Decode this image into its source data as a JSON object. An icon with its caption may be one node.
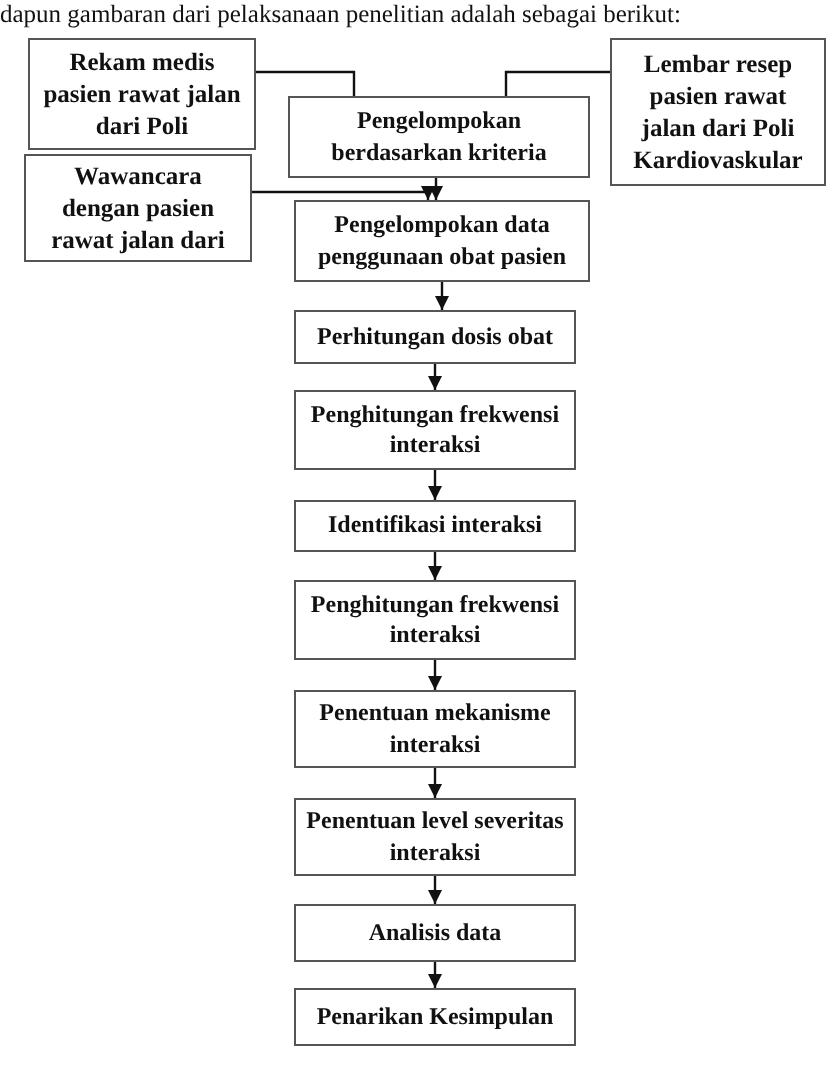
{
  "diagram": {
    "nodes": [
      {
        "text": [
          "Rekam medis pasien rawat jalan dari Poli"
        ]
      },
      {
        "text": [
          "Pengelompokan berdasarkan kriteria"
        ]
      },
      {
        "text": [
          "Lembar resep pasien rawat jalan dari Poli Kardiovaskular"
        ]
      },
      {
        "text": [
          "Wawancara dengan pasien rawat jalan dari"
        ]
      },
      {
        "text": [
          "Pengelompokan data penggunaan obat pasien"
        ]
      },
      {
        "text": [
          "Perhitungan dosis obat"
        ]
      },
      {
        "text": [
          "Penghitungan frekwensi interaksi"
        ]
      },
      {
        "text": [
          "Identifikasi interaksi"
        ]
      },
      {
        "text": [
          "Penghitungan frekwensi interaksi"
        ]
      },
      {
        "text": [
          "Penentuan mekanisme interaksi"
        ]
      },
      {
        "text": [
          "Penentuan level severitas interaksi"
        ]
      },
      {
        "text": [
          "Analisis data"
        ]
      },
      {
        "text": [
          "Penarikan Kesimpulan"
        ]
      }
    ],
    "edges": [
      {
        "from": 0,
        "to": 1,
        "arrow": "none"
      },
      {
        "from": 2,
        "to": 1,
        "arrow": "none"
      },
      {
        "from": 1,
        "to": 4,
        "arrow": "to"
      },
      {
        "from": 3,
        "to": 4,
        "arrow": "to"
      },
      {
        "from": 4,
        "to": 5,
        "arrow": "to"
      },
      {
        "from": 5,
        "to": 6,
        "arrow": "to"
      },
      {
        "from": 6,
        "to": 7,
        "arrow": "to"
      },
      {
        "from": 7,
        "to": 8,
        "arrow": "to"
      },
      {
        "from": 8,
        "to": 9,
        "arrow": "to"
      },
      {
        "from": 9,
        "to": 10,
        "arrow": "to"
      },
      {
        "from": 10,
        "to": 11,
        "arrow": "to"
      },
      {
        "from": 11,
        "to": 12,
        "arrow": "to"
      }
    ],
    "labels": [
      "dapun gambaran dari pelaksanaan penelitian adalah sebagai berikut:"
    ]
  }
}
